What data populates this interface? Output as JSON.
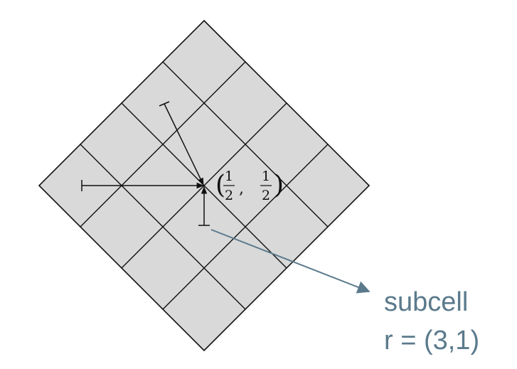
{
  "diagram": {
    "grid": {
      "rows": 4,
      "cols": 4,
      "fill": "#d9d9d9",
      "stroke": "#111111"
    },
    "point_label": {
      "open": "(",
      "num1": "1",
      "den1": "2",
      "sep": ",",
      "num2": "1",
      "den2": "2",
      "close": ")"
    },
    "callout": {
      "line1": "subcell",
      "line2": "r = (3,1)",
      "color": "#5b7a8c"
    },
    "colors": {
      "arrow": "#111111"
    }
  }
}
